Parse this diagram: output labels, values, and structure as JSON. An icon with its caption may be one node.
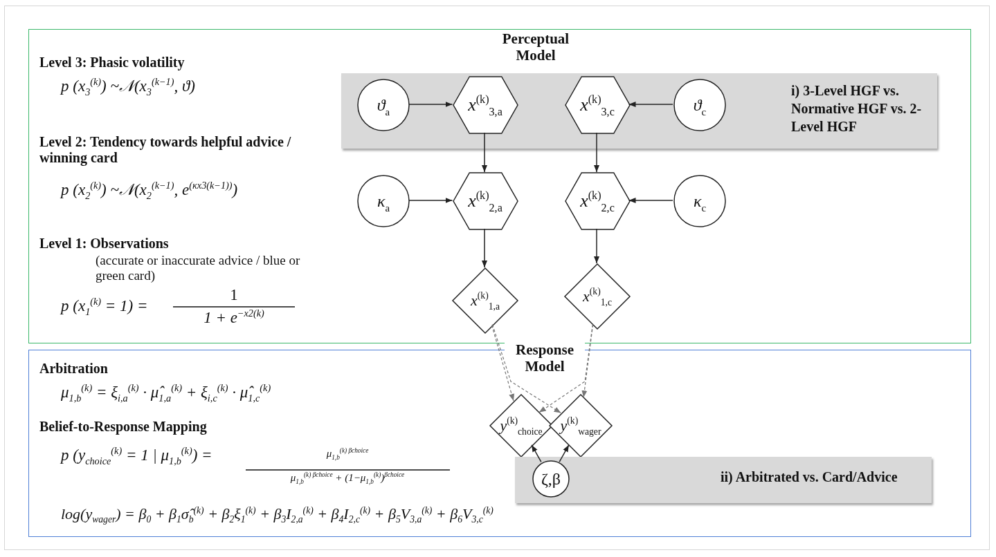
{
  "diagram": {
    "nodes": [
      {
        "text": [
          "Perceptual Model"
        ]
      },
      {
        "text": [
          "i) 3-Level HGF vs. Normative HGF vs. 2-Level HGF"
        ],
        "in": 0
      },
      {
        "text": [
          "*ϑ*$_{a}$"
        ],
        "in": 1
      },
      {
        "text": [
          "*x*$^{(k)}$$_{3,a}$"
        ],
        "in": 1
      },
      {
        "text": [
          "*x*$^{(k)}$$_{3,c}$"
        ],
        "in": 1
      },
      {
        "text": [
          "*ϑ*$_{c}$"
        ],
        "in": 1
      },
      {
        "text": [
          "*κ*$_{a}$"
        ],
        "in": 0
      },
      {
        "text": [
          "*x*$^{(k)}$$_{2,a}$"
        ],
        "in": 0
      },
      {
        "text": [
          "*x*$^{(k)}$$_{2,c}$"
        ],
        "in": 0
      },
      {
        "text": [
          "*κ*$_{c}$"
        ],
        "in": 0
      },
      {
        "text": [
          "*x*$^{(k)}$$_{1,a}$"
        ],
        "in": 0
      },
      {
        "text": [
          "*x*$^{(k)}$$_{1,c}$"
        ],
        "in": 0
      },
      {
        "text": [
          "Response Model"
        ]
      },
      {
        "text": [
          "*y*$^{(k)}$$_{choice}$"
        ],
        "in": 12
      },
      {
        "text": [
          "*y*$^{(k)}$$_{wager}$"
        ],
        "in": 12
      },
      {
        "text": [
          "ii) Arbitrated vs. Card/Advice"
        ],
        "in": 12
      },
      {
        "text": [
          "ζ,β"
        ],
        "in": 15
      }
    ],
    "edges": [
      {
        "from": 2,
        "to": 3,
        "arrow": "to"
      },
      {
        "from": 5,
        "to": 4,
        "arrow": "to"
      },
      {
        "from": 3,
        "to": 7,
        "arrow": "to"
      },
      {
        "from": 4,
        "to": 8,
        "arrow": "to"
      },
      {
        "from": 6,
        "to": 7,
        "arrow": "to"
      },
      {
        "from": 9,
        "to": 8,
        "arrow": "to"
      },
      {
        "from": 7,
        "to": 10,
        "arrow": "to"
      },
      {
        "from": 8,
        "to": 11,
        "arrow": "to"
      },
      {
        "from": 10,
        "to": 13,
        "arrow": "to",
        "style": "dashed",
        "color": "#777777"
      },
      {
        "from": 10,
        "to": 14,
        "arrow": "to",
        "style": "dashed",
        "color": "#777777"
      },
      {
        "from": 11,
        "to": 13,
        "arrow": "to",
        "style": "dashed",
        "color": "#777777"
      },
      {
        "from": 11,
        "to": 14,
        "arrow": "to",
        "style": "dashed",
        "color": "#777777"
      },
      {
        "from": 16,
        "to": 13,
        "arrow": "to"
      },
      {
        "from": 16,
        "to": 14,
        "arrow": "to"
      }
    ],
    "labels": [
      "Level 3: Phasic volatility",
      "p (x$_{3}$$^{(k)}$) ~𝒩(x$_{3}$$^{(k−1)}$, ϑ)",
      "Level 2: Tendency towards helpful advice / winning card",
      "p (x$_{2}$$^{(k)}$) ~𝒩(x$_{2}$$^{(k−1)}$, e$^{(κx3(k−1))}$)",
      "Level 1: Observations",
      "(accurate or inaccurate advice / blue or green card)",
      "p (x$_{1}$$^{(k)}$ = 1) =",
      "1",
      "1 + e$^{−x2(k)}$",
      "Arbitration",
      "μ$_{1,b}$$^{(k)}$ = ξ$_{i,a}$$^{(k)}$ · μ̂$_{1,a}$$^{(k)}$ + ξ$_{i,c}$$^{(k)}$ · μ̂$_{1,c}$$^{(k)}$",
      "Belief-to-Response Mapping",
      "p (y$_{choice}$$^{(k)}$ = 1 | μ$_{1,b}$$^{(k)}$) =",
      "μ$_{1,b}$$^{(k) βchoice}$",
      "μ$_{1,b}$$^{(k) βchoice}$ + (1−μ$_{1,b}$$^{(k)}$)$^{βchoice}$",
      "log(y$_{wager}$) = β$_{0}$ + β$_{1}$σ̂$_{b}$$^{(k)}$ + β$_{2}$ξ$_{1}$$^{(k)}$ + β$_{3}$I$_{2,a}$$^{(k)}$ + β$_{4}$I$_{2,c}$$^{(k)}$ + β$_{5}$V$_{3,a}$$^{(k)}$ + β$_{6}$V$_{3,c}$$^{(k)}$"
    ]
  }
}
